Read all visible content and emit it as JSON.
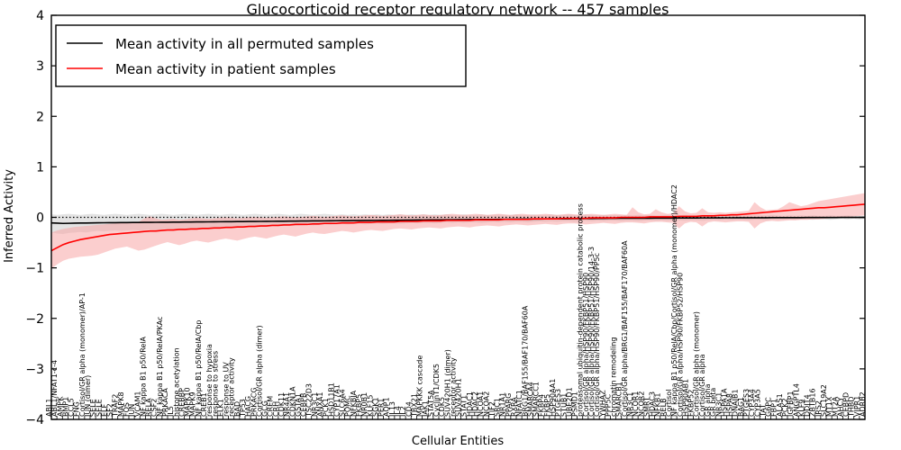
{
  "chart_data": {
    "type": "line",
    "title": "Glucocorticoid receptor regulatory network -- 457 samples",
    "xlabel": "Cellular Entities",
    "ylabel": "Inferred Activity",
    "ylim": [
      -4,
      4
    ],
    "yticks": [
      -4,
      -3,
      -2,
      -1,
      0,
      1,
      2,
      3,
      4
    ],
    "grid": false,
    "legend_position": "upper left",
    "legend": [
      {
        "label": "Mean activity in all permuted samples",
        "color": "#000000"
      },
      {
        "label": "Mean activity in patient samples",
        "color": "#ff0000"
      }
    ],
    "zero_reference_line": 0,
    "n_entities": 141,
    "series": [
      {
        "name": "Mean activity in all permuted samples",
        "color": "#000000",
        "band_color": "#cccccc",
        "values": [
          -0.11,
          -0.115,
          -0.12,
          -0.118,
          -0.115,
          -0.113,
          -0.112,
          -0.11,
          -0.108,
          -0.107,
          -0.106,
          -0.105,
          -0.104,
          -0.103,
          -0.102,
          -0.101,
          -0.1,
          -0.099,
          -0.098,
          -0.097,
          -0.096,
          -0.095,
          -0.094,
          -0.093,
          -0.092,
          -0.091,
          -0.09,
          -0.089,
          -0.088,
          -0.087,
          -0.086,
          -0.085,
          -0.084,
          -0.083,
          -0.082,
          -0.081,
          -0.08,
          -0.079,
          -0.078,
          -0.077,
          -0.076,
          -0.075,
          -0.074,
          -0.073,
          -0.072,
          -0.071,
          -0.07,
          -0.069,
          -0.068,
          -0.067,
          -0.066,
          -0.065,
          -0.064,
          -0.063,
          -0.062,
          -0.061,
          -0.06,
          -0.059,
          -0.058,
          -0.057,
          -0.056,
          -0.055,
          -0.054,
          -0.053,
          -0.052,
          -0.051,
          -0.05,
          -0.049,
          -0.048,
          -0.047,
          -0.046,
          -0.045,
          -0.044,
          -0.043,
          -0.042,
          -0.041,
          -0.04,
          -0.039,
          -0.038,
          -0.037,
          -0.036,
          -0.035,
          -0.034,
          -0.033,
          -0.032,
          -0.031,
          -0.03,
          -0.029,
          -0.028,
          -0.027,
          -0.026,
          -0.025,
          -0.024,
          -0.023,
          -0.022,
          -0.021,
          -0.02,
          -0.019,
          -0.018,
          -0.018,
          -0.017,
          -0.017,
          -0.016,
          -0.016,
          -0.015,
          -0.015,
          -0.014,
          -0.014,
          -0.013,
          -0.013,
          -0.012,
          -0.012,
          -0.011,
          -0.011,
          -0.01,
          -0.01,
          -0.009,
          -0.009,
          -0.008,
          -0.008,
          -0.008,
          -0.007,
          -0.007,
          -0.007,
          -0.006,
          -0.006,
          -0.006,
          -0.005,
          -0.005,
          -0.005,
          -0.004,
          -0.004,
          -0.004,
          -0.003,
          -0.003,
          -0.003,
          -0.002,
          -0.002,
          -0.002,
          -0.001,
          -0.001
        ],
        "band_lower": [
          -0.3,
          -0.32,
          -0.33,
          -0.31,
          -0.3,
          -0.29,
          -0.3,
          -0.28,
          -0.27,
          -0.28,
          -0.27,
          -0.26,
          -0.27,
          -0.26,
          -0.25,
          -0.26,
          -0.25,
          -0.24,
          -0.25,
          -0.24,
          -0.23,
          -0.24,
          -0.23,
          -0.22,
          -0.23,
          -0.22,
          -0.21,
          -0.22,
          -0.21,
          -0.2,
          -0.21,
          -0.2,
          -0.19,
          -0.2,
          -0.19,
          -0.18,
          -0.19,
          -0.18,
          -0.17,
          -0.18,
          -0.17,
          -0.16,
          -0.17,
          -0.16,
          -0.15,
          -0.16,
          -0.15,
          -0.14,
          -0.15,
          -0.14,
          -0.13,
          -0.14,
          -0.13,
          -0.13,
          -0.14,
          -0.13,
          -0.12,
          -0.13,
          -0.12,
          -0.12,
          -0.13,
          -0.12,
          -0.11,
          -0.12,
          -0.11,
          -0.11,
          -0.12,
          -0.11,
          -0.1,
          -0.11,
          -0.1,
          -0.11,
          -0.1,
          -0.1,
          -0.11,
          -0.1,
          -0.09,
          -0.1,
          -0.09,
          -0.1,
          -0.09,
          -0.09,
          -0.1,
          -0.09,
          -0.08,
          -0.09,
          -0.08,
          -0.09,
          -0.08,
          -0.08,
          -0.09,
          -0.08,
          -0.07,
          -0.08,
          -0.07,
          -0.08,
          -0.07,
          -0.07,
          -0.08,
          -0.07,
          -0.07,
          -0.08,
          -0.07,
          -0.06,
          -0.07,
          -0.06,
          -0.07,
          -0.06,
          -0.06,
          -0.07,
          -0.06,
          -0.06,
          -0.07,
          -0.06,
          -0.05,
          -0.06,
          -0.05,
          -0.06,
          -0.05,
          -0.05,
          -0.06,
          -0.05,
          -0.05,
          -0.06,
          -0.05,
          -0.04,
          -0.05,
          -0.04,
          -0.05,
          -0.04,
          -0.04,
          -0.05,
          -0.04,
          -0.04,
          -0.05,
          -0.04,
          -0.03,
          -0.04,
          -0.03,
          -0.04,
          -0.03
        ],
        "band_upper": [
          0.06,
          0.05,
          0.06,
          0.07,
          0.06,
          0.05,
          0.06,
          0.07,
          0.06,
          0.05,
          0.06,
          0.07,
          0.06,
          0.05,
          0.06,
          0.07,
          0.06,
          0.05,
          0.06,
          0.07,
          0.06,
          0.05,
          0.06,
          0.07,
          0.06,
          0.05,
          0.06,
          0.07,
          0.06,
          0.05,
          0.06,
          0.07,
          0.06,
          0.05,
          0.06,
          0.07,
          0.06,
          0.05,
          0.06,
          0.07,
          0.06,
          0.05,
          0.06,
          0.07,
          0.06,
          0.05,
          0.06,
          0.07,
          0.06,
          0.05,
          0.06,
          0.05,
          0.06,
          0.05,
          0.06,
          0.05,
          0.06,
          0.05,
          0.06,
          0.05,
          0.06,
          0.05,
          0.06,
          0.05,
          0.06,
          0.05,
          0.06,
          0.05,
          0.06,
          0.05,
          0.05,
          0.06,
          0.05,
          0.05,
          0.06,
          0.05,
          0.05,
          0.06,
          0.05,
          0.05,
          0.06,
          0.05,
          0.05,
          0.06,
          0.05,
          0.05,
          0.06,
          0.05,
          0.05,
          0.06,
          0.05,
          0.05,
          0.06,
          0.05,
          0.04,
          0.05,
          0.04,
          0.05,
          0.04,
          0.05,
          0.04,
          0.05,
          0.04,
          0.05,
          0.04,
          0.04,
          0.05,
          0.04,
          0.04,
          0.05,
          0.04,
          0.04,
          0.05,
          0.04,
          0.04,
          0.05,
          0.04,
          0.04,
          0.05,
          0.04,
          0.04,
          0.05,
          0.04,
          0.04,
          0.05,
          0.04,
          0.03,
          0.04,
          0.03,
          0.04,
          0.03,
          0.04,
          0.03,
          0.03,
          0.04,
          0.03,
          0.03,
          0.04,
          0.03,
          0.03,
          0.03
        ]
      },
      {
        "name": "Mean activity in patient samples",
        "color": "#ff0000",
        "band_color": "#f7a6a6",
        "values": [
          -0.66,
          -0.6,
          -0.54,
          -0.5,
          -0.47,
          -0.44,
          -0.42,
          -0.4,
          -0.38,
          -0.36,
          -0.34,
          -0.33,
          -0.32,
          -0.31,
          -0.3,
          -0.29,
          -0.28,
          -0.27,
          -0.27,
          -0.26,
          -0.25,
          -0.25,
          -0.24,
          -0.24,
          -0.23,
          -0.23,
          -0.22,
          -0.22,
          -0.21,
          -0.21,
          -0.2,
          -0.2,
          -0.19,
          -0.19,
          -0.18,
          -0.18,
          -0.17,
          -0.17,
          -0.16,
          -0.16,
          -0.15,
          -0.15,
          -0.14,
          -0.14,
          -0.14,
          -0.13,
          -0.13,
          -0.12,
          -0.12,
          -0.12,
          -0.11,
          -0.11,
          -0.11,
          -0.1,
          -0.1,
          -0.1,
          -0.09,
          -0.09,
          -0.09,
          -0.09,
          -0.08,
          -0.08,
          -0.08,
          -0.08,
          -0.07,
          -0.07,
          -0.07,
          -0.07,
          -0.06,
          -0.06,
          -0.06,
          -0.06,
          -0.06,
          -0.05,
          -0.05,
          -0.05,
          -0.05,
          -0.05,
          -0.04,
          -0.04,
          -0.04,
          -0.04,
          -0.04,
          -0.03,
          -0.03,
          -0.03,
          -0.03,
          -0.03,
          -0.02,
          -0.02,
          -0.02,
          -0.02,
          -0.02,
          -0.01,
          -0.01,
          -0.01,
          -0.01,
          -0.01,
          0.0,
          0.0,
          0.0,
          0.0,
          0.0,
          0.01,
          0.01,
          0.01,
          0.01,
          0.01,
          0.02,
          0.02,
          0.02,
          0.02,
          0.03,
          0.03,
          0.03,
          0.04,
          0.04,
          0.05,
          0.05,
          0.06,
          0.07,
          0.08,
          0.09,
          0.1,
          0.11,
          0.12,
          0.13,
          0.14,
          0.15,
          0.16,
          0.17,
          0.18,
          0.19,
          0.19,
          0.2,
          0.21,
          0.22,
          0.23,
          0.24,
          0.25,
          0.26
        ],
        "band_lower": [
          -1.02,
          -0.93,
          -0.86,
          -0.82,
          -0.8,
          -0.78,
          -0.77,
          -0.76,
          -0.74,
          -0.7,
          -0.66,
          -0.62,
          -0.6,
          -0.58,
          -0.62,
          -0.66,
          -0.64,
          -0.6,
          -0.56,
          -0.52,
          -0.49,
          -0.52,
          -0.55,
          -0.52,
          -0.48,
          -0.46,
          -0.48,
          -0.5,
          -0.47,
          -0.44,
          -0.42,
          -0.44,
          -0.46,
          -0.43,
          -0.4,
          -0.38,
          -0.4,
          -0.42,
          -0.39,
          -0.36,
          -0.34,
          -0.36,
          -0.38,
          -0.35,
          -0.32,
          -0.3,
          -0.32,
          -0.33,
          -0.31,
          -0.29,
          -0.27,
          -0.28,
          -0.3,
          -0.28,
          -0.26,
          -0.25,
          -0.26,
          -0.27,
          -0.25,
          -0.23,
          -0.22,
          -0.23,
          -0.24,
          -0.22,
          -0.21,
          -0.2,
          -0.21,
          -0.22,
          -0.2,
          -0.19,
          -0.18,
          -0.19,
          -0.2,
          -0.18,
          -0.17,
          -0.16,
          -0.17,
          -0.18,
          -0.16,
          -0.15,
          -0.14,
          -0.15,
          -0.16,
          -0.15,
          -0.14,
          -0.13,
          -0.14,
          -0.15,
          -0.13,
          -0.12,
          -0.12,
          -0.13,
          -0.14,
          -0.13,
          -0.12,
          -0.11,
          -0.12,
          -0.13,
          -0.11,
          -0.1,
          -0.1,
          -0.11,
          -0.12,
          -0.1,
          -0.09,
          -0.09,
          -0.1,
          -0.11,
          -0.22,
          -0.12,
          -0.09,
          -0.1,
          -0.18,
          -0.1,
          -0.08,
          -0.09,
          -0.1,
          -0.09,
          -0.08,
          -0.08,
          -0.09,
          -0.22,
          -0.12,
          -0.08,
          -0.07,
          -0.08,
          -0.07,
          -0.06,
          -0.06,
          -0.05,
          -0.05,
          -0.04,
          -0.04,
          -0.03,
          -0.02,
          -0.01,
          0.0,
          0.01,
          0.02,
          0.03,
          0.04
        ],
        "band_upper": [
          -0.3,
          -0.26,
          -0.23,
          -0.21,
          -0.19,
          -0.18,
          -0.17,
          -0.16,
          -0.15,
          -0.14,
          -0.13,
          -0.12,
          -0.11,
          -0.1,
          -0.1,
          -0.09,
          -0.02,
          0.02,
          -0.02,
          -0.05,
          -0.04,
          -0.03,
          -0.05,
          -0.04,
          -0.02,
          -0.01,
          -0.02,
          -0.03,
          -0.02,
          -0.01,
          0.0,
          -0.01,
          -0.02,
          -0.01,
          0.0,
          0.01,
          0.0,
          -0.01,
          0.0,
          0.01,
          0.02,
          0.01,
          0.0,
          0.01,
          0.02,
          0.03,
          0.02,
          0.01,
          0.02,
          0.03,
          0.04,
          0.03,
          0.02,
          0.03,
          0.04,
          0.05,
          0.04,
          0.03,
          0.04,
          0.05,
          0.06,
          0.05,
          0.04,
          0.05,
          0.06,
          0.05,
          0.04,
          0.05,
          0.06,
          0.07,
          0.06,
          0.05,
          0.06,
          0.07,
          0.06,
          0.05,
          0.06,
          0.07,
          0.06,
          0.05,
          0.06,
          0.07,
          0.06,
          0.05,
          0.06,
          0.07,
          0.06,
          0.05,
          0.06,
          0.07,
          0.06,
          0.05,
          0.06,
          0.07,
          0.06,
          0.05,
          0.06,
          0.07,
          0.06,
          0.05,
          0.2,
          0.1,
          0.06,
          0.07,
          0.16,
          0.1,
          0.07,
          0.08,
          0.22,
          0.12,
          0.08,
          0.09,
          0.18,
          0.1,
          0.09,
          0.1,
          0.09,
          0.1,
          0.11,
          0.12,
          0.13,
          0.3,
          0.2,
          0.14,
          0.15,
          0.16,
          0.22,
          0.3,
          0.26,
          0.22,
          0.24,
          0.28,
          0.32,
          0.34,
          0.36,
          0.38,
          0.4,
          0.42,
          0.44,
          0.46,
          0.48
        ]
      }
    ],
    "xticklabels": [
      "ABL1",
      "ABL1/NFAT1-c-4",
      "AMPK",
      "BMP1",
      "CCL5",
      "FNG",
      "Cortisol/GR alpha (monomer)/AP-1",
      "JUN (dimer)",
      "SELE",
      "SELE",
      "ELF",
      "SF2",
      "TRAF2",
      "MAPK8",
      "FOS",
      "JUN",
      "VCAM1",
      "NF kappa B1 p50/RelA",
      "RELA",
      "CSF2",
      "NF kappa B1 p50/RelA/PKAc",
      "PRKACA",
      "IL5",
      "histone acetylation",
      "CREBBP",
      "MAPK10",
      "MAPK9",
      "NF kappa B1 p50/RelA/Cbp",
      "CREB1",
      "response to hypoxia",
      "response to stress",
      "ELK1",
      "response to UV",
      "receptor activity",
      "BAD",
      "TP53",
      "HACG",
      "PRKACG",
      "Cortisol/GR alpha (dimer)",
      "GCG",
      "CREM",
      "CRH",
      "CDK11",
      "NR4A1",
      "CDKN1A",
      "GSTA1",
      "CEBPB",
      "TSC22D3",
      "NR3C1",
      "ANXA1",
      "PCK1",
      "HSD11B1",
      "CYP17A1",
      "SLC6A4",
      "POMC",
      "NFKBIA",
      "FKBP5",
      "NR0B1",
      "KLF15",
      "SGK1",
      "PER1",
      "AQP1",
      "IL13",
      "IL4",
      "IL2",
      "CD4",
      "TBX21",
      "MAPKKK cascade",
      "JAK1",
      "STAT5A",
      "CyclinT1/CDK5",
      "CDK5",
      "SUV420H1 (dimer)",
      "receptor activity",
      "SUV420H1",
      "STAT1",
      "HDAC1",
      "HDAC2",
      "NCOA1",
      "NCOA2",
      "TIF2",
      "SRC1",
      "NR1A1",
      "PPARG",
      "RXRA",
      "NFATC1",
      "BRG1/BAF155/BAF170/BAF60A",
      "SMARCA4",
      "SMARCC1",
      "FKBP4",
      "FKBP5",
      "HSP90AA1",
      "PTGES3",
      "STUB1",
      "UBE2D1",
      "PSMD1",
      "proteasomal ubiquitin-dependent protein catabolic process",
      "Cortisol/GR alpha/HSP90/FKBP51/HSP90",
      "Cortisol/GR alpha/HSP90/FKBP51/HSP90/14-3-3",
      "Cortisol/GR alpha/HSP90/FKBP51/HSP90/PP5c",
      "YWHAZ",
      "PPP5C",
      "chromatin remodeling",
      "SMARCB1",
      "Cortisol/GR alpha/BRG1/BAF155/BAF170/BAF60A",
      "NR3C1",
      "NCOR1",
      "NCOR2",
      "SMRT",
      "HDAC3",
      "NFKB1",
      "RELB",
      "Cortisol",
      "NF kappa B1 p50/RelA/Cbp/Cortisol/GR alpha (monomer)/HDAC2",
      "Cortisol/GR alpha/HSP90/FKBP52/HSP90",
      "HSP90AB1",
      "FKBP52",
      "Cortisol/GR alpha (monomer)",
      "Cortisol/GR alpha",
      "GR alpha",
      "GR beta",
      "NR3C1",
      "HSPA1A",
      "HSPA8",
      "DNAJB1",
      "BAG1",
      "PTGES3",
      "CYP3A4",
      "CYP3A5",
      "TAT",
      "G6PC",
      "FBP1",
      "ALAS1",
      "PCK2",
      "IGFBP1",
      "ANGPTL4",
      "KLF9",
      "DDIT4",
      "ZBTB16",
      "IRS2",
      "SLC19A2",
      "MT1X",
      "MT2A",
      "AHCY",
      "CEBPD",
      "THBD",
      "VIPR1",
      "ADRB2"
    ]
  }
}
